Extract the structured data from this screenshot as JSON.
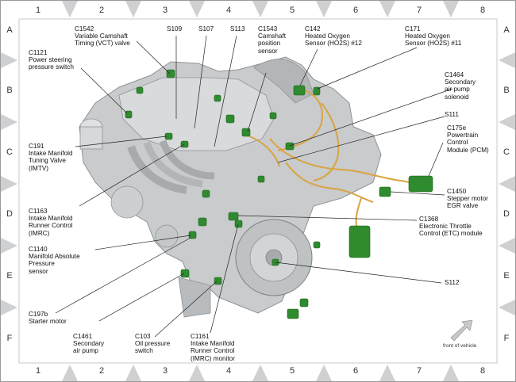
{
  "grid": {
    "columns": [
      "1",
      "2",
      "3",
      "4",
      "5",
      "6",
      "7",
      "8"
    ],
    "rows": [
      "A",
      "B",
      "C",
      "D",
      "E",
      "F"
    ]
  },
  "colors": {
    "engine_shade": "#c9cbcc",
    "engine_dark": "#8f9396",
    "connector_green": "#2e8b2e",
    "harness_orange": "#d9a441",
    "leader_line": "#222222",
    "frame_triangles": "#cfd0d2"
  },
  "icons": {
    "front_arrow": "arrow-icon"
  },
  "labels": {
    "c1542": [
      "C1542",
      "Variable Camshaft",
      "Timing (VCT) valve"
    ],
    "s109": [
      "S109"
    ],
    "s107": [
      "S107"
    ],
    "s113": [
      "S113"
    ],
    "c1543": [
      "C1543",
      "Camshaft",
      "position",
      "sensor"
    ],
    "c142": [
      "C142",
      "Heated Oxygen",
      "Sensor (HO2S) #12"
    ],
    "c171": [
      "C171",
      "Heated Oxygen",
      "Sensor (HO2S) #11"
    ],
    "c1121": [
      "C1121",
      "Power steering",
      "pressure switch"
    ],
    "c1464": [
      "C1464",
      "Secondary",
      "air pump",
      "solenoid"
    ],
    "s111": [
      "S111"
    ],
    "c175e": [
      "C175e",
      "Powertrain",
      "Control",
      "Module (PCM)"
    ],
    "c191": [
      "C191",
      "Intake Manifold",
      "Tuning Valve",
      "(IMTV)"
    ],
    "c1163": [
      "C1163",
      "Intake Manifold",
      "Runner Control",
      "(IMRC)"
    ],
    "c1450": [
      "C1450",
      "Stepper motor",
      "EGR valve"
    ],
    "c1368": [
      "C1368",
      "Electronic Throttle",
      "Control (ETC) module"
    ],
    "c1140": [
      "C1140",
      "Manifold Absolute",
      "Pressure",
      "sensor"
    ],
    "s112": [
      "S112"
    ],
    "c197b": [
      "C197b",
      "Starter motor"
    ],
    "c1461": [
      "C1461",
      "Secondary",
      "air pump"
    ],
    "c103": [
      "C103",
      "Oil pressure",
      "switch"
    ],
    "c1161": [
      "C1161",
      "Intake Manifold",
      "Runner Control",
      "(IMRC) monitor"
    ]
  },
  "front_of_vehicle": "front of vehicle"
}
